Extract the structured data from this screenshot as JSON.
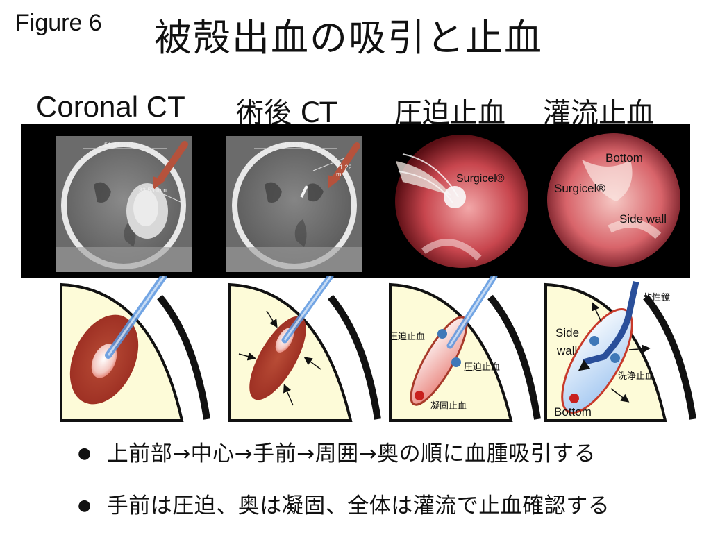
{
  "figure_label": "Figure 6",
  "title": "被殻出血の吸引と止血",
  "columns": [
    "Coronal CT",
    "術後 CT",
    "圧迫止血",
    "灌流止血"
  ],
  "ct_measurements": {
    "ct1_top": "51.24 mm",
    "ct1_right": "33.53 mm",
    "ct2_top": "48.10 mm",
    "ct2_right": "21.22 mm"
  },
  "endoscope_labels": {
    "panel3": [
      "Surgicel®"
    ],
    "panel4": [
      "Bottom",
      "Surgicel®",
      "Side wall"
    ]
  },
  "diagram_labels": {
    "d3_compress_upper": "圧迫止血",
    "d3_compress_lower": "圧迫止血",
    "d3_coagulate": "凝固止血",
    "d4_scope": "軟性鏡",
    "d4_side": "Side",
    "d4_wall": "wall",
    "d4_wash": "洗浄止血",
    "d4_bottom": "Bottom"
  },
  "bullets": [
    "上前部→中心→手前→周囲→奥の順に血腫吸引する",
    "手前は圧迫、奥は凝固、全体は灌流で止血確認する"
  ],
  "colors": {
    "hematoma": "#a83a2a",
    "brain": "#fdfbd8",
    "arrow_ct": "#b5523c",
    "suction_blue": "#5a96e0",
    "endo_red": "#c8464e"
  }
}
